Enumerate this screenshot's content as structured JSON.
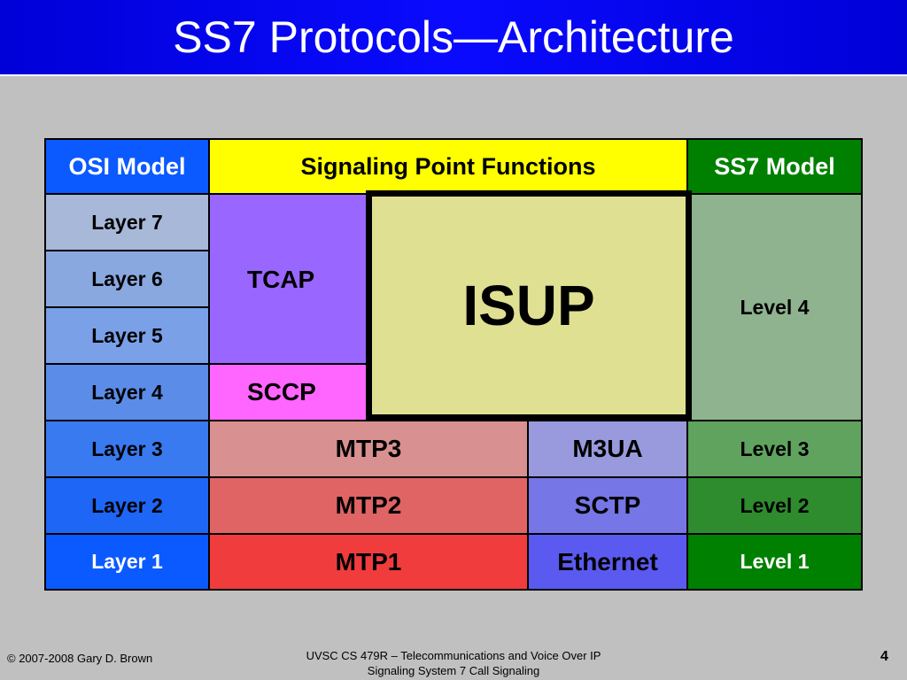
{
  "title": "SS7 Protocols—Architecture",
  "table": {
    "headers": {
      "osi": "OSI Model",
      "functions": "Signaling Point Functions",
      "ss7": "SS7 Model"
    },
    "layers": [
      "Layer 7",
      "Layer 6",
      "Layer 5",
      "Layer 4",
      "Layer 3",
      "Layer 2",
      "Layer 1"
    ],
    "protocols": {
      "tcap": "TCAP",
      "sccp": "SCCP",
      "isup": "ISUP",
      "mtp3": "MTP3",
      "mtp2": "MTP2",
      "mtp1": "MTP1",
      "m3ua": "M3UA",
      "sctp": "SCTP",
      "ethernet": "Ethernet"
    },
    "levels": {
      "level4": "Level 4",
      "level3": "Level 3",
      "level2": "Level 2",
      "level1": "Level 1"
    }
  },
  "footer": {
    "copyright": "© 2007-2008 Gary D. Brown",
    "course": "UVSC CS 479R – Telecommunications and Voice Over IP",
    "subtitle": "Signaling System 7 Call Signaling",
    "page": "4"
  },
  "colors": {
    "title_bar": "#0a0aff",
    "background": "#c0c0c0",
    "osi_header": "#0a5aff",
    "functions_header": "#ffff00",
    "ss7_header": "#008000",
    "tcap": "#9966ff",
    "sccp": "#ff66ff",
    "isup": "#e0e093",
    "mtp3": "#d89090",
    "mtp2": "#e06464",
    "mtp1": "#f03c3c",
    "m3ua": "#9999dd",
    "sctp": "#7676e6",
    "ethernet": "#5a5af0",
    "level4": "#8fb28f",
    "level3": "#5fa35f",
    "level2": "#2e8b2e",
    "level1": "#008000"
  }
}
